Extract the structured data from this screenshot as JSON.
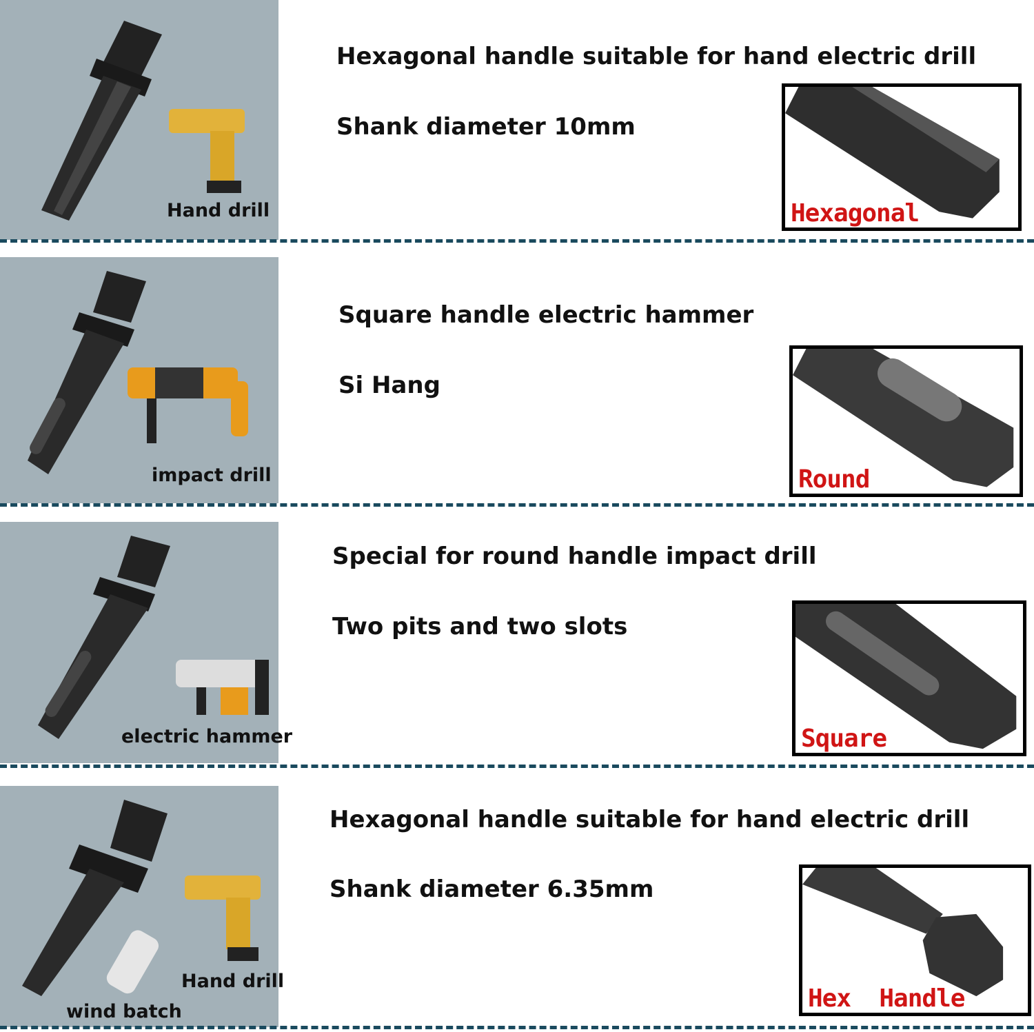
{
  "colors": {
    "panel": "#a3b1b8",
    "divider": "#1a4a5e",
    "tag": "#d01515"
  },
  "sections": [
    {
      "line1": "Hexagonal handle suitable for hand electric drill",
      "line2": "Shank diameter 10mm",
      "labels": [
        "Hand drill"
      ],
      "tag": "Hexagonal"
    },
    {
      "line1": "Square handle electric hammer",
      "line2": "Si Hang",
      "labels": [
        "impact drill"
      ],
      "tag": "Round"
    },
    {
      "line1": "Special for round handle impact drill",
      "line2": "Two pits and two slots",
      "labels": [
        "electric hammer"
      ],
      "tag": "Square"
    },
    {
      "line1": "Hexagonal handle suitable for hand electric drill",
      "line2": "Shank diameter 6.35mm",
      "labels": [
        "Hand drill",
        "wind batch"
      ],
      "tag": "Hex  Handle"
    }
  ]
}
